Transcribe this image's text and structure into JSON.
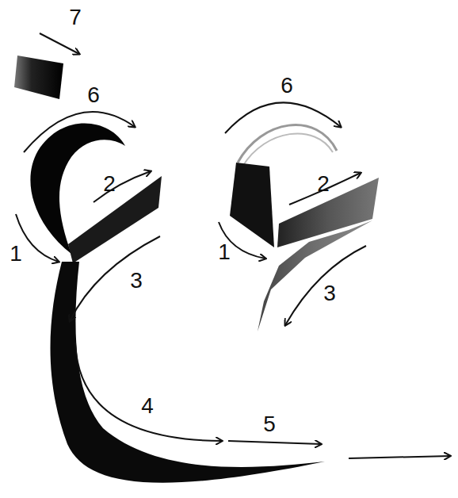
{
  "diagram": {
    "labels": [
      "7",
      "6",
      "6",
      "2",
      "2",
      "1",
      "1",
      "3",
      "3",
      "4",
      "5"
    ]
  }
}
